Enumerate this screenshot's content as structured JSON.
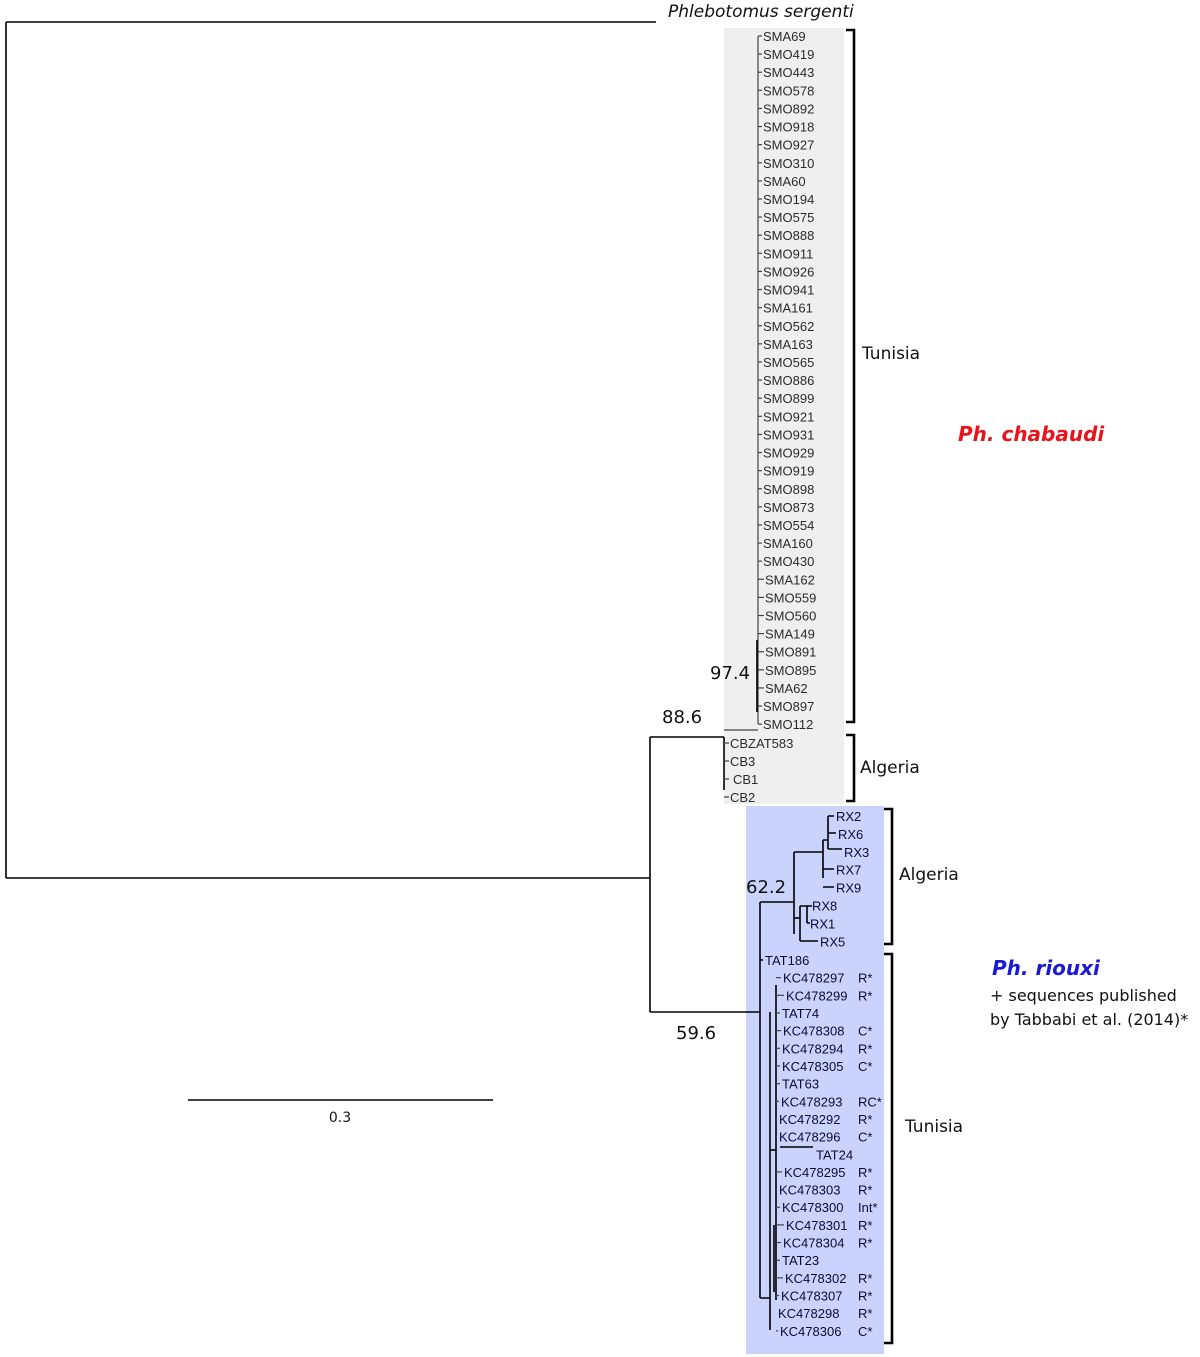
{
  "outgroup": {
    "label": "Phlebotomus sergenti"
  },
  "species": {
    "chabaudi": {
      "name": "Ph. chabaudi",
      "color": "#e8141c"
    },
    "riouxi": {
      "name": "Ph. riouxi",
      "color": "#1a1ad6",
      "note_line1": "+ sequences published",
      "note_line2": "by Tabbabi et al. (2014)*"
    }
  },
  "clade_colors": {
    "chabaudi_box": "#efefef",
    "riouxi_box": "#c9d3fb"
  },
  "regions": {
    "chabaudi_tunisia": "Tunisia",
    "chabaudi_algeria": "Algeria",
    "riouxi_algeria": "Algeria",
    "riouxi_tunisia": "Tunisia"
  },
  "support_values": [
    "97.4",
    "88.6",
    "62.2",
    "59.6"
  ],
  "scale_bar": {
    "label": "0.3",
    "value": 0.3
  },
  "tips": {
    "chabaudi_tunisia": [
      "SMA69",
      "SMO419",
      "SMO443",
      "SMO578",
      "SMO892",
      "SMO918",
      "SMO927",
      "SMO310",
      "SMA60",
      "SMO194",
      "SMO575",
      "SMO888",
      "SMO911",
      "SMO926",
      "SMO941",
      "SMA161",
      "SMO562",
      "SMA163",
      "SMO565",
      "SMO886",
      "SMO899",
      "SMO921",
      "SMO931",
      "SMO929",
      "SMO919",
      "SMO898",
      "SMO873",
      "SMO554",
      "SMA160",
      "SMO430",
      "SMA162",
      "SMO559",
      "SMO560",
      "SMA149",
      "SMO891",
      "SMO895",
      "SMA62",
      "SMO897",
      "SMO112"
    ],
    "chabaudi_algeria": [
      "CBZAT583",
      "CB3",
      "CB1",
      "CB2"
    ],
    "riouxi_algeria": [
      "RX2",
      "RX6",
      "RX3",
      "RX7",
      "RX9",
      "RX8",
      "RX1",
      "RX5"
    ],
    "riouxi_tunisia": [
      {
        "name": "TAT186",
        "suffix": ""
      },
      {
        "name": "KC478297",
        "suffix": "R*"
      },
      {
        "name": "KC478299",
        "suffix": "R*"
      },
      {
        "name": "TAT74",
        "suffix": ""
      },
      {
        "name": "KC478308",
        "suffix": "C*"
      },
      {
        "name": "KC478294",
        "suffix": "R*"
      },
      {
        "name": "KC478305",
        "suffix": "C*"
      },
      {
        "name": "TAT63",
        "suffix": ""
      },
      {
        "name": "KC478293",
        "suffix": "RC*"
      },
      {
        "name": "KC478292",
        "suffix": "R*"
      },
      {
        "name": "KC478296",
        "suffix": "C*"
      },
      {
        "name": "TAT24",
        "suffix": ""
      },
      {
        "name": "KC478295",
        "suffix": "R*"
      },
      {
        "name": "KC478303",
        "suffix": "R*"
      },
      {
        "name": "KC478300",
        "suffix": "Int*"
      },
      {
        "name": "KC478301",
        "suffix": "R*"
      },
      {
        "name": "KC478304",
        "suffix": "R*"
      },
      {
        "name": "TAT23",
        "suffix": ""
      },
      {
        "name": "KC478302",
        "suffix": "R*"
      },
      {
        "name": "KC478307",
        "suffix": "R*"
      },
      {
        "name": "KC478298",
        "suffix": "R*"
      },
      {
        "name": "KC478306",
        "suffix": "C*"
      }
    ]
  }
}
